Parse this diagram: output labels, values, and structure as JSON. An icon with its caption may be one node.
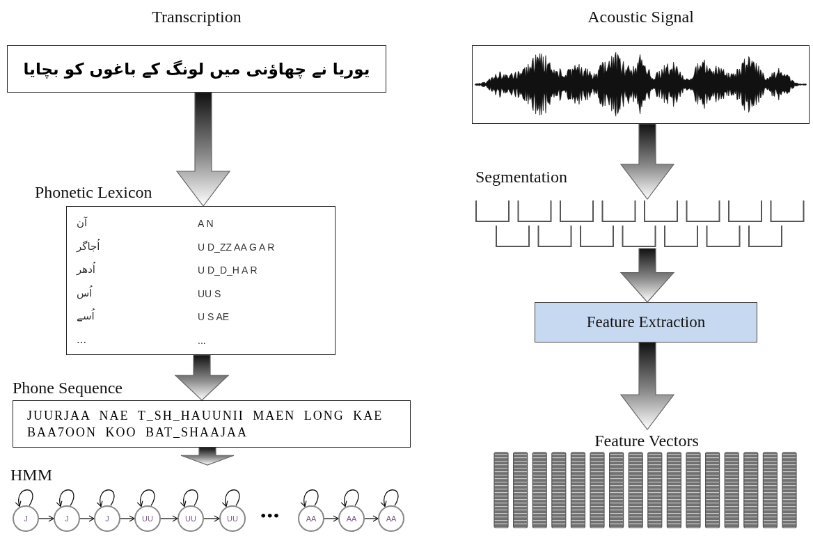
{
  "diagram": {
    "nodes": [
      {
        "text": [
          "Transcription",
          "یوریا نے چھاؤنی میں لونگ کے باغوں کو بچایا"
        ]
      },
      {
        "text": [
          "Phonetic Lexicon",
          "آن",
          "A N",
          "اُجاگر",
          "U D_ZZ AA G A R",
          "اُدھر",
          "U D_D_H A R",
          "اُس",
          "UU S",
          "اُسے",
          "U S AE",
          "...",
          "..."
        ]
      },
      {
        "text": [
          "Phone Sequence",
          "JUURJAA NAE T_SH_HAUUNII MAEN LONG KAE BAA7OON KOO BAT_SHAAJAA"
        ]
      },
      {
        "text": [
          "HMM"
        ]
      },
      {
        "text": [
          "J"
        ],
        "in": 3
      },
      {
        "text": [
          "J"
        ],
        "in": 3
      },
      {
        "text": [
          "J"
        ],
        "in": 3
      },
      {
        "text": [
          "UU"
        ],
        "in": 3
      },
      {
        "text": [
          "UU"
        ],
        "in": 3
      },
      {
        "text": [
          "UU"
        ],
        "in": 3
      },
      {
        "text": [
          "AA"
        ],
        "in": 3
      },
      {
        "text": [
          "AA"
        ],
        "in": 3
      },
      {
        "text": [
          "AA"
        ],
        "in": 3
      },
      {
        "text": [
          "Acoustic Signal"
        ]
      },
      {
        "text": [
          "Segmentation"
        ]
      },
      {
        "text": [
          "Feature Extraction"
        ]
      },
      {
        "text": [
          "Feature Vectors"
        ]
      }
    ],
    "edges": [
      {
        "from": 0,
        "to": 1,
        "arrow": "to",
        "style": "thick"
      },
      {
        "from": 1,
        "to": 2,
        "arrow": "to",
        "style": "thick"
      },
      {
        "from": 2,
        "to": 3,
        "arrow": "to",
        "style": "thick"
      },
      {
        "from": 4,
        "to": 4,
        "arrow": "to"
      },
      {
        "from": 5,
        "to": 5,
        "arrow": "to"
      },
      {
        "from": 6,
        "to": 6,
        "arrow": "to"
      },
      {
        "from": 7,
        "to": 7,
        "arrow": "to"
      },
      {
        "from": 8,
        "to": 8,
        "arrow": "to"
      },
      {
        "from": 9,
        "to": 9,
        "arrow": "to"
      },
      {
        "from": 10,
        "to": 10,
        "arrow": "to"
      },
      {
        "from": 11,
        "to": 11,
        "arrow": "to"
      },
      {
        "from": 12,
        "to": 12,
        "arrow": "to"
      },
      {
        "from": 4,
        "to": 5,
        "arrow": "to"
      },
      {
        "from": 5,
        "to": 6,
        "arrow": "to"
      },
      {
        "from": 6,
        "to": 7,
        "arrow": "to"
      },
      {
        "from": 7,
        "to": 8,
        "arrow": "to"
      },
      {
        "from": 8,
        "to": 9,
        "arrow": "to"
      },
      {
        "from": 10,
        "to": 11,
        "arrow": "to"
      },
      {
        "from": 11,
        "to": 12,
        "arrow": "to"
      },
      {
        "from": 13,
        "to": 14,
        "arrow": "to",
        "style": "thick"
      },
      {
        "from": 14,
        "to": 15,
        "arrow": "to",
        "style": "thick"
      },
      {
        "from": 15,
        "to": 16,
        "arrow": "to",
        "style": "thick"
      }
    ],
    "labels": [
      "•••"
    ]
  }
}
